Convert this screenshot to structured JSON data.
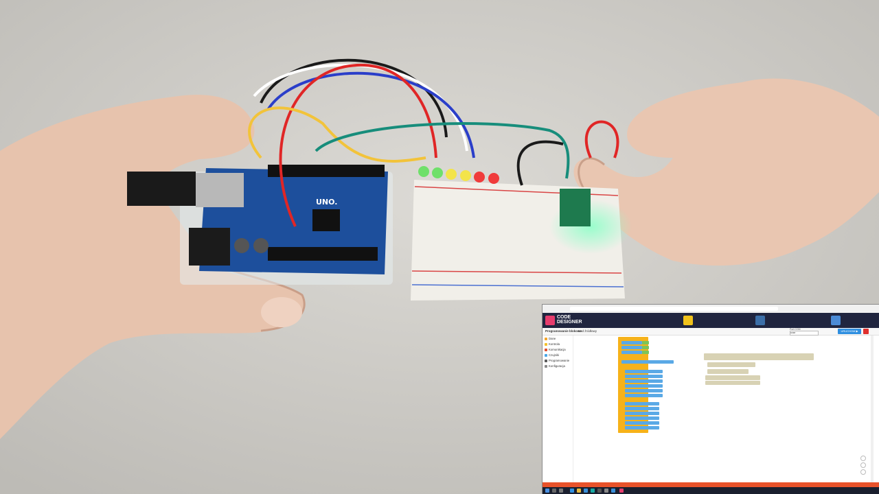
{
  "app": {
    "logo_line1": "CODE",
    "logo_line2": "DESIGNER"
  },
  "toolbar": {
    "tab_blocks": "Programowanie blokowe",
    "tab_code": "Kod źródłowy",
    "port_label": "Port COM",
    "port_value": "COM",
    "run_label": "URUCHOM ▶"
  },
  "toolbox": {
    "items": [
      {
        "label": "Dane",
        "color": "#f3a52c"
      },
      {
        "label": "Kontrola",
        "color": "#f3c12c"
      },
      {
        "label": "Komunikacja",
        "color": "#e0502f"
      },
      {
        "label": "Czujniki",
        "color": "#4aa7e6"
      },
      {
        "label": "Programowanie",
        "color": "#5b5b5b"
      },
      {
        "label": "Konfiguracja",
        "color": "#8a8a8a"
      }
    ]
  },
  "colors": {
    "header_bg": "#20253f",
    "accent_pink": "#e63c6d",
    "block_orange": "#f6b21a",
    "block_blue": "#5aa9e6",
    "block_green": "#7cc45a",
    "block_tan": "#d8d2b4",
    "status_orange": "#e8522a"
  }
}
